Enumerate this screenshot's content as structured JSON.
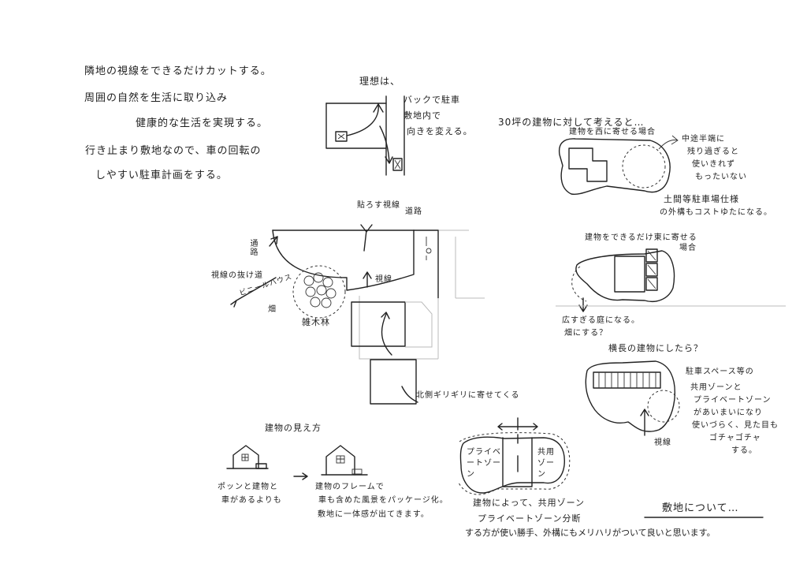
{
  "notes": {
    "intro_1": "隣地の視線をできるだけカットする。",
    "intro_2": "周囲の自然を生活に取り込み",
    "intro_3": "健康的な生活を実現する。",
    "intro_4": "行き止まり敷地なので、車の回転の",
    "intro_5": "しやすい駐車計画をする。",
    "ideal_title": "理想は、",
    "ideal_1": "バックで駐車",
    "ideal_2": "敷地内で",
    "ideal_3": "向きを変える。",
    "road_gaze_1": "貼ろす視線",
    "road_gaze_2": "道路",
    "passage": "通路",
    "gaze_escape": "視線の抜け道",
    "vinyl_house": "ビニールハウス",
    "field": "畑",
    "gaze": "視線",
    "grove": "雑木林",
    "north_side": "北側ギリギリに寄せてくる",
    "thirty_tsubo": "30坪の建物に対して考えると…",
    "case_west": "建物を西に寄せる場合",
    "center_1": "中途半端に",
    "center_2": "残り過ぎると",
    "center_3": "使いきれず",
    "center_4": "もったいない",
    "cost_1": "土間等駐車場仕様",
    "cost_2": "の外構もコストゆたになる。",
    "case_east_1": "建物をできるだけ東に寄せる",
    "case_east_2": "場合",
    "garden_1": "広すぎる庭になる。",
    "garden_2": "畑にする？",
    "long_1": "横長の建物にしたら？",
    "long_2": "駐車スペース等の",
    "long_3": "共用ゾーンと",
    "long_4": "プライベートゾーン",
    "long_5": "があいまいになり",
    "long_6": "使いづらく、見た目も",
    "long_7": "ゴチャゴチャ",
    "long_8": "する。",
    "gaze_2": "視線",
    "appearance": "建物の見え方",
    "pop_1": "ポッンと建物と",
    "pop_2": "車があるよりも",
    "frame_1": "建物のフレームで",
    "frame_2": "車も含めた風景をパッケージ化。",
    "frame_3": "敷地に一体感が出てきます。",
    "private": "プライベートゾーン",
    "shared": "共用ゾーン",
    "split_1": "建物によって、共用ゾーン",
    "split_2": "プライベートゾーン分断",
    "split_3": "する方が使い勝手、外構にもメリハリがついて良いと思います。",
    "site_title": "敷地について…"
  }
}
